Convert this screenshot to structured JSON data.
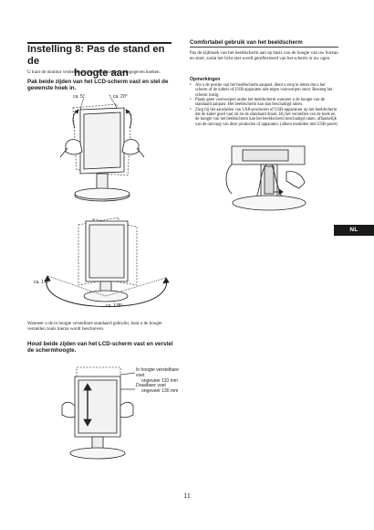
{
  "section": {
    "title_line1": "Instelling 8: Pas de stand en de",
    "title_line2": "hoogte aan",
    "intro": "U kunt de monitor verstellen binnen de hieronder weergegeven hoeken.",
    "step1_heading": "Pak beide zijden van het LCD-scherm vast en stel de gewenste hoek in.",
    "tilt_labels": {
      "front": "ca. 5°",
      "back": "ca. 20°"
    },
    "swivel_labels": {
      "left": "ca. 175°",
      "bottom": "ca. 175°"
    },
    "tilt_text": "Wanneer u de in hoogte verstelbare standaard gebruikt, kunt u de hoogte verstellen zoals hierna wordt beschreven.",
    "step2_heading": "Houd beide zijden van het LCD-scherm vast en verstel de schermhoogte.",
    "height_labels": {
      "line1": "In hoogte verstelbare",
      "line2": "voet",
      "line3": "ongeveer 110 mm",
      "line4": "Draaibare voet",
      "line5": "ongeveer 130 mm"
    }
  },
  "comfort": {
    "title": "Comfortabel gebruik van het beeldscherm",
    "intro": "Pas de kijkhoek van het beeldscherm aan op basis van de hoogte van uw bureau en stoel, zodat het licht niet wordt gereflecteerd van het scherm in uw ogen.",
    "notes_title": "Opmerkingen",
    "notes": [
      "Als u de positie van het beeldscherm aanpast, dient u erop te letten dat u het scherm of de kabels of USB-apparaten niet tegen voorwerpen stoot. Beweeg het scherm rustig.",
      "Plaats geen voorwerpen onder het beeldscherm wanneer u de hoogte van de standaard aanpast. Het beeldscherm kan dan beschadigd raken.",
      "Zorg bij het aansluiten van USB-producten of USB-apparatuur op het beeldscherm dat de kabel goed vast zit en de standaard draait. Bij het verstellen van de hoek en de hoogte van het beeldscherm kan het beeldscherm beschadigd raken, afhankelijk van de omvang van deze producten of apparaten. (alleen modellen met USB-poort)"
    ]
  },
  "lang_tab": "NL",
  "page_number": "11"
}
